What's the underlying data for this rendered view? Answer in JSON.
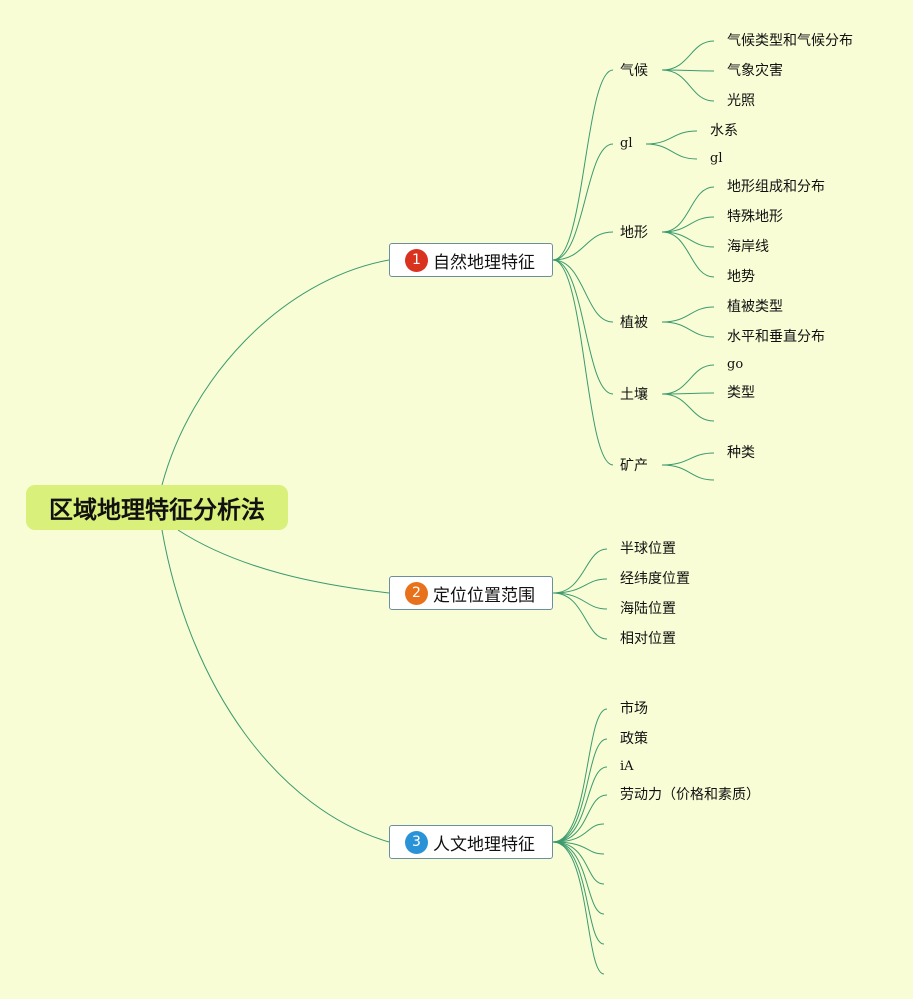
{
  "root": {
    "label": "区域地理特征分析法"
  },
  "branches": [
    {
      "badge": "1",
      "badge_color": "#d9321f",
      "label": "自然地理特征",
      "children": [
        {
          "label": "气候",
          "children": [
            "气候类型和气候分布",
            "气象灾害",
            "光照"
          ]
        },
        {
          "label": "gl",
          "children": [
            "水系",
            "gl"
          ]
        },
        {
          "label": "地形",
          "children": [
            "地形组成和分布",
            "特殊地形",
            "海岸线",
            "地势"
          ]
        },
        {
          "label": "植被",
          "children": [
            "植被类型",
            "水平和垂直分布"
          ]
        },
        {
          "label": "土壤",
          "children": [
            "go",
            "类型",
            ""
          ]
        },
        {
          "label": "矿产",
          "children": [
            "种类",
            ""
          ]
        }
      ]
    },
    {
      "badge": "2",
      "badge_color": "#e8721c",
      "label": "定位位置范围",
      "children": [
        {
          "label": "半球位置"
        },
        {
          "label": "经纬度位置"
        },
        {
          "label": "海陆位置"
        },
        {
          "label": "相对位置"
        }
      ]
    },
    {
      "badge": "3",
      "badge_color": "#2a93d8",
      "label": "人文地理特征",
      "children": [
        {
          "label": "市场"
        },
        {
          "label": "政策"
        },
        {
          "label": "iA"
        },
        {
          "label": "劳动力（价格和素质）"
        },
        {
          "label": ""
        },
        {
          "label": ""
        },
        {
          "label": ""
        },
        {
          "label": ""
        },
        {
          "label": ""
        },
        {
          "label": ""
        }
      ]
    }
  ]
}
